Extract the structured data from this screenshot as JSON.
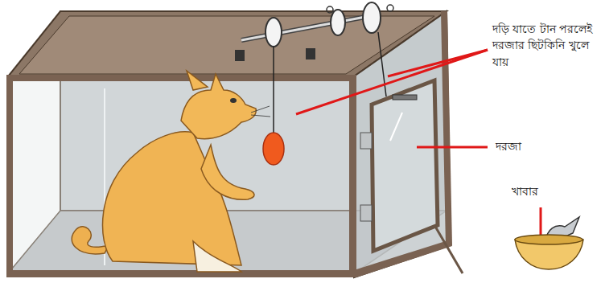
{
  "diagram": {
    "labels": [
      "দড়ি যাতে টান পরলেই দরজার ছিটকিনি খুলে যায়",
      "দরজা",
      "খাবার"
    ]
  }
}
